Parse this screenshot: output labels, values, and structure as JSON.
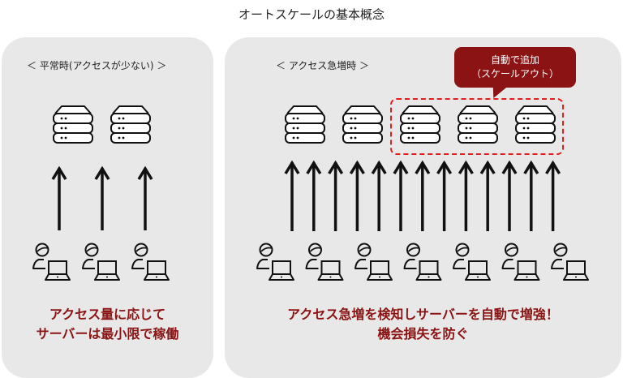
{
  "title": "オートスケールの基本概念",
  "colors": {
    "accent": "#8b1313",
    "dash": "#e21d1d",
    "panel": "#e8e8e8",
    "icon": "#111111"
  },
  "left_panel": {
    "subtitle": "＜ 平常時(アクセスが少ない) ＞",
    "server_count": 2,
    "arrow_count": 3,
    "user_count": 3,
    "caption_line1": "アクセス量に応じて",
    "caption_line2": "サーバーは最小限で稼働"
  },
  "right_panel": {
    "subtitle": "＜ アクセス急増時 ＞",
    "server_count": 5,
    "added_server_count": 3,
    "arrow_count": 13,
    "user_count": 7,
    "bubble_line1": "自動で追加",
    "bubble_line2": "（スケールアウト）",
    "caption_line1": "アクセス急増を検知しサーバーを自動で増強！",
    "caption_line2": "機会損失を防ぐ"
  },
  "icons": {
    "server": "server-stack-icon",
    "user": "user-laptop-icon",
    "arrow": "arrow-up-icon"
  }
}
